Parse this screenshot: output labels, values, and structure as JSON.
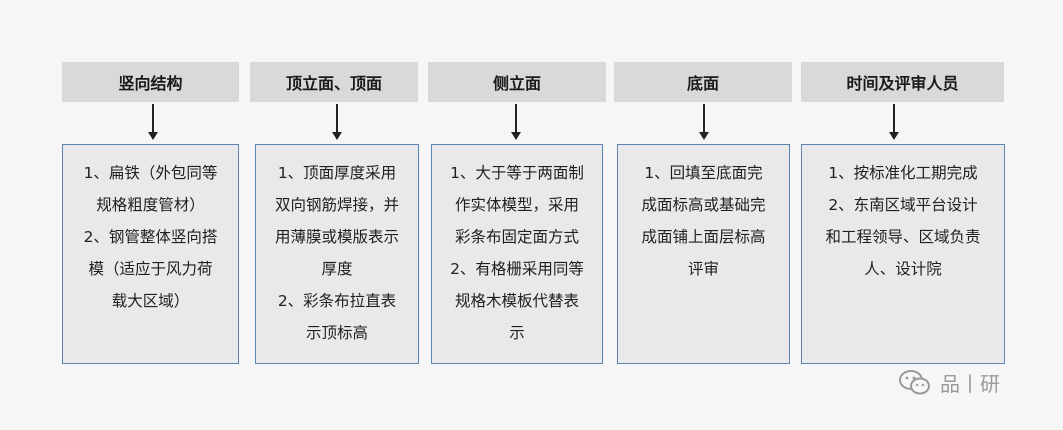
{
  "columns": [
    {
      "title": "竖向结构",
      "lines": [
        "1、扁铁（外包同等",
        "规格粗度管材）",
        "2、钢管整体竖向搭",
        "模（适应于风力荷",
        "载大区域）"
      ]
    },
    {
      "title": "顶立面、顶面",
      "lines": [
        "1、顶面厚度采用",
        "双向钢筋焊接，并",
        "用薄膜或模版表示",
        "厚度",
        "2、彩条布拉直表",
        "示顶标高"
      ]
    },
    {
      "title": "侧立面",
      "lines": [
        "1、大于等于两面制",
        "作实体模型，采用",
        "彩条布固定面方式",
        "2、有格栅采用同等",
        "规格木模板代替表",
        "示"
      ]
    },
    {
      "title": "底面",
      "lines": [
        "1、回填至底面完",
        "成面标高或基础完",
        "成面铺上面层标高",
        "评审"
      ]
    },
    {
      "title": "时间及评审人员",
      "lines": [
        "1、按标准化工期完成",
        "2、东南区域平台设计",
        "和工程领导、区域负责",
        "人、设计院"
      ]
    }
  ],
  "watermark": {
    "text": "品丨研",
    "icon": "wechat-icon"
  }
}
